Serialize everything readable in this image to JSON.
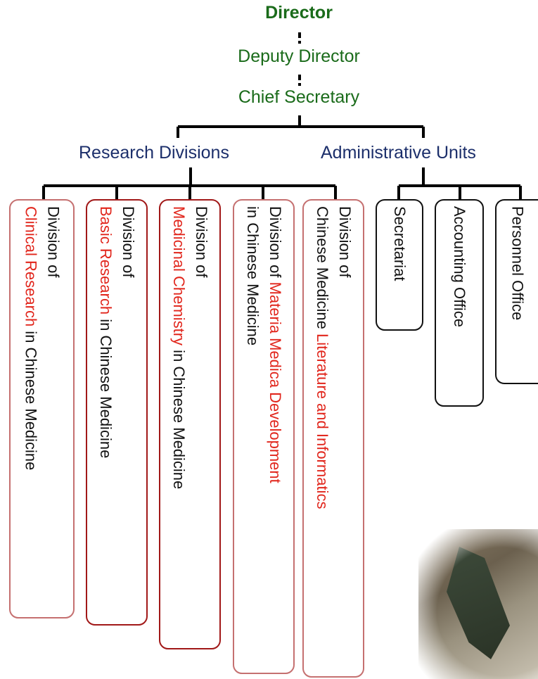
{
  "hierarchy": {
    "director": "Director",
    "deputy_director": "Deputy Director",
    "chief_secretary": "Chief Secretary"
  },
  "groups": {
    "research": "Research Divisions",
    "administrative": "Administrative Units"
  },
  "research_divisions": [
    {
      "line1": "Division of",
      "highlight": "Clinical Research",
      "rest": " in Chinese Medicine"
    },
    {
      "line1": "Division of",
      "highlight": "Basic Research",
      "rest": " in Chinese Medicine"
    },
    {
      "line1": "Division of",
      "highlight": "Medicinal Chemistry",
      "rest": " in Chinese Medicine"
    },
    {
      "line1_prefix": "Division of ",
      "line1_highlight": "Materia Medica Development",
      "line2": "in Chinese Medicine"
    },
    {
      "line1": "Division of",
      "line2_prefix": "Chinese Medicine ",
      "line2_highlight": "Literature and Informatics"
    }
  ],
  "admin_units": [
    "Secretariat",
    "Accounting Office",
    "Personnel Office"
  ],
  "colors": {
    "hierarchy_green": "#1a6b1a",
    "group_navy": "#1c2f6b",
    "highlight_red": "#e1261c",
    "box_border_light": "#c57070",
    "box_border_dark": "#a11818"
  }
}
